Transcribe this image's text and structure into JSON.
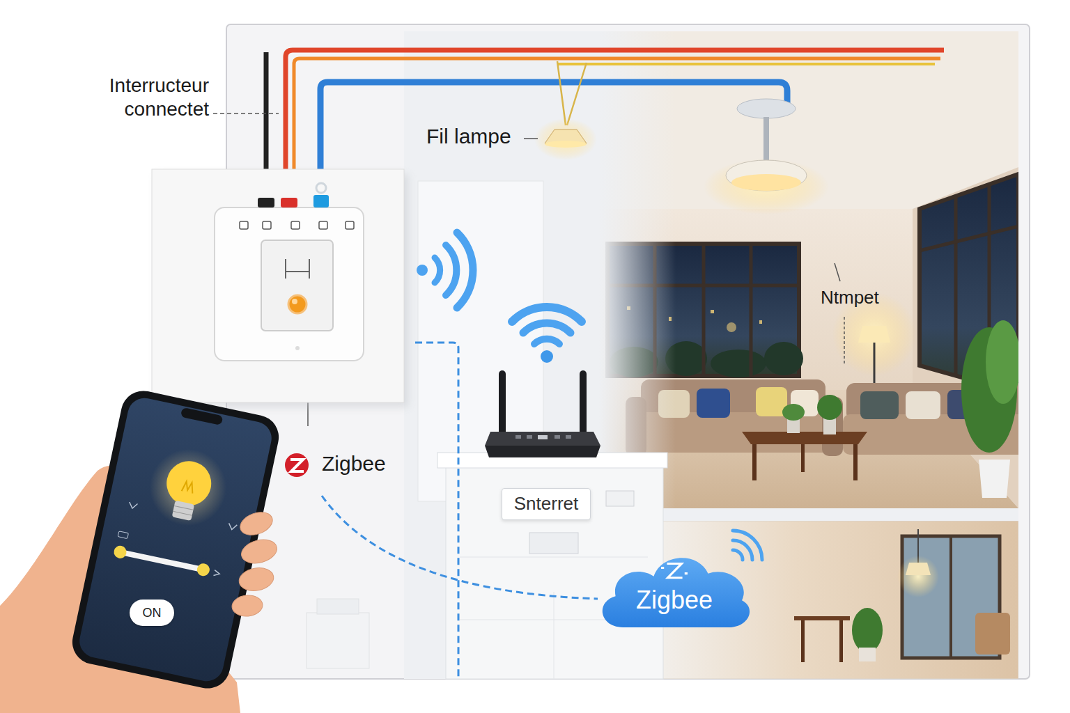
{
  "diagram": {
    "nodes": [
      {
        "text": [
          "Snterret"
        ]
      },
      {
        "text": [
          "Zigbee"
        ]
      },
      {
        "text": [
          "ON"
        ]
      }
    ],
    "labels": [
      "Interructeur connectet",
      "Fil lampe",
      "Ntmpet",
      "Zigbee"
    ]
  }
}
